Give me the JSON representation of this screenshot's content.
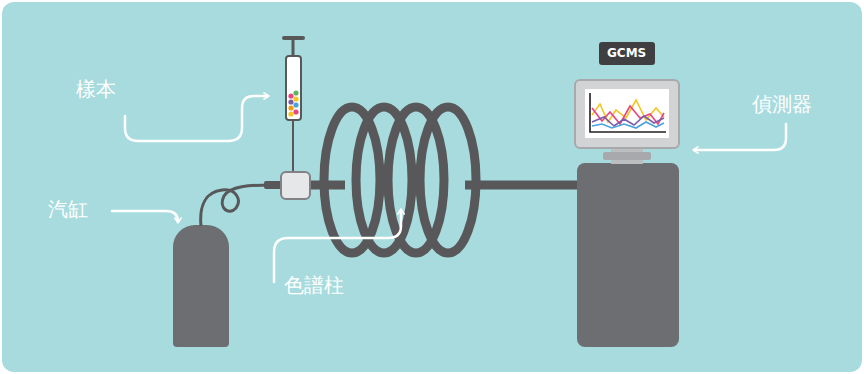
{
  "diagram": {
    "nodes": [
      {
        "text": [
          "GCMS"
        ]
      }
    ],
    "labels": [
      "樣本",
      "汽缸",
      "色譜柱",
      "偵測器"
    ]
  }
}
